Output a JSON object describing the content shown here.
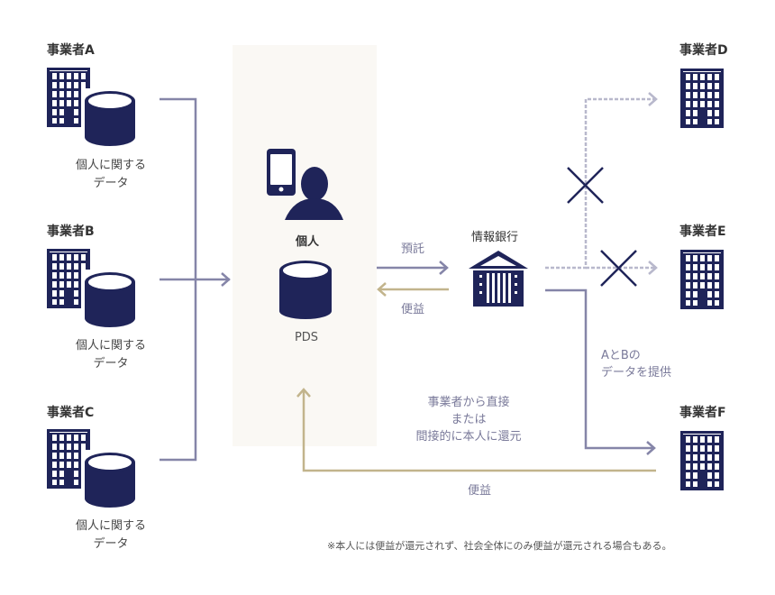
{
  "colors": {
    "navy": "#1f2459",
    "flow_gray": "#8585a8",
    "benefit_gold": "#c2b48c",
    "dotted_gray": "#b8b8cc",
    "panel_bg": "#faf8f4"
  },
  "providers": [
    {
      "label": "事業者A",
      "data_label_1": "個人に関する",
      "data_label_2": "データ"
    },
    {
      "label": "事業者B",
      "data_label_1": "個人に関する",
      "data_label_2": "データ"
    },
    {
      "label": "事業者C",
      "data_label_1": "個人に関する",
      "data_label_2": "データ"
    }
  ],
  "pds": {
    "person_label": "個人",
    "store_label": "PDS"
  },
  "flows": {
    "deposit": "預託",
    "benefit_from_bank": "便益",
    "bank_label": "情報銀行",
    "provide_1": "AとBの",
    "provide_2": "データを提供",
    "return_1": "事業者から直接",
    "return_2": "または",
    "return_3": "間接的に本人に還元",
    "benefit_bottom": "便益"
  },
  "recipients": [
    {
      "label": "事業者D",
      "blocked": true
    },
    {
      "label": "事業者E",
      "blocked": true
    },
    {
      "label": "事業者F",
      "blocked": false
    }
  ],
  "footnote": "※本人には便益が還元されず、社会全体にのみ便益が還元される場合もある。"
}
